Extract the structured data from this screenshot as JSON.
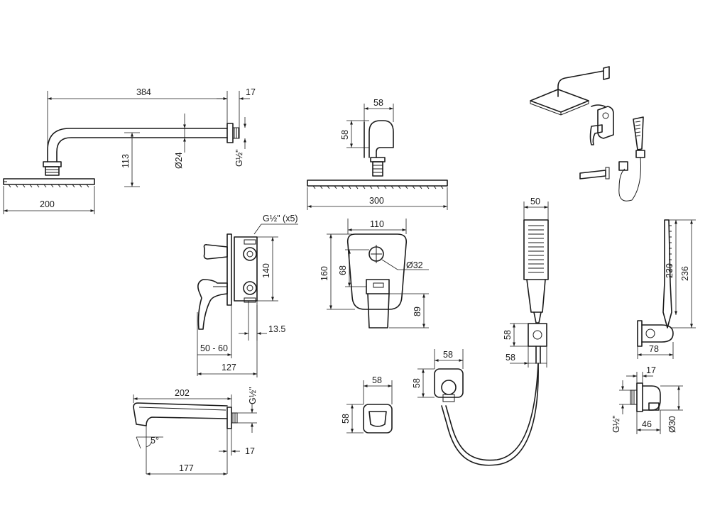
{
  "dimensions": {
    "arm_length": "384",
    "arm_wall_17": "17",
    "arm_drop": "113",
    "arm_diameter": "Ø24",
    "arm_thread": "G½\"",
    "head_width": "200",
    "square_head_58_top": "58",
    "square_head_58_side": "58",
    "square_head_width": "300",
    "valve_thread_note": "G½\" (x5)",
    "valve_height_140": "140",
    "valve_13_5": "13.5",
    "valve_depth_range": "50 - 60",
    "valve_depth_127": "127",
    "plate_width_110": "110",
    "plate_height_160": "160",
    "plate_68": "68",
    "plate_knob_diameter": "Ø32",
    "plate_89": "89",
    "handshower_width": "50",
    "handshower_length_230": "230",
    "handshower_length_236": "236",
    "bracket_58_side": "58",
    "bracket_58_bottom": "58",
    "bracket_78": "78",
    "outlet_58_top": "58",
    "outlet_58_side": "58",
    "elbow_17": "17",
    "elbow_thread": "G½\"",
    "elbow_46": "46",
    "elbow_diameter": "Ø30",
    "spout_length": "202",
    "spout_thread": "G½\"",
    "spout_angle": "5°",
    "spout_wall_17": "17",
    "spout_177": "177",
    "cover_58_top": "58",
    "cover_58_side": "58"
  },
  "colors": {
    "line": "#1a1a1a",
    "background": "#ffffff"
  },
  "icons": [
    "set-overview-icon",
    "brand-logo-icon"
  ]
}
